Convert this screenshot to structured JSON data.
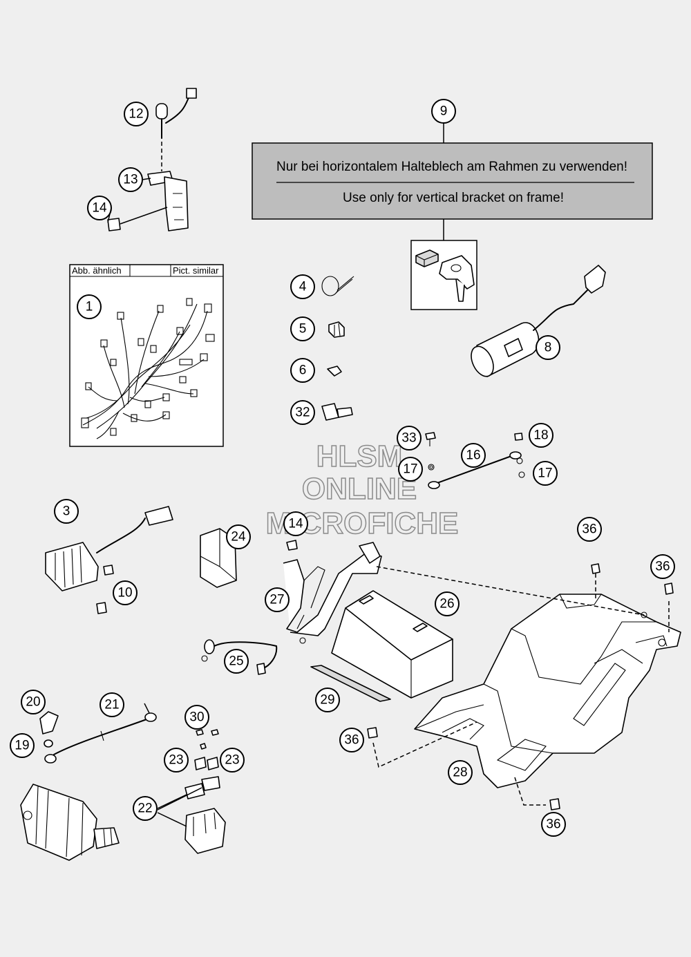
{
  "notice": {
    "german": "Nur bei horizontalem Halteblech am Rahmen zu verwenden!",
    "english": "Use only for vertical bracket on frame!"
  },
  "harness_box": {
    "label_left": "Abb. ähnlich",
    "label_right": "Pict. similar"
  },
  "watermark": {
    "line1": "HLSM",
    "line2": "ONLINE",
    "line3": "MICROFICHE"
  },
  "callouts": {
    "c1": "1",
    "c3": "3",
    "c4": "4",
    "c5": "5",
    "c6": "6",
    "c8": "8",
    "c9": "9",
    "c10": "10",
    "c12": "12",
    "c13": "13",
    "c14a": "14",
    "c14b": "14",
    "c16": "16",
    "c17a": "17",
    "c17b": "17",
    "c18": "18",
    "c19": "19",
    "c20": "20",
    "c21": "21",
    "c22": "22",
    "c23a": "23",
    "c23b": "23",
    "c24": "24",
    "c25": "25",
    "c26": "26",
    "c27": "27",
    "c28": "28",
    "c29": "29",
    "c30": "30",
    "c32": "32",
    "c33": "33",
    "c36a": "36",
    "c36b": "36",
    "c36c": "36",
    "c36d": "36"
  }
}
